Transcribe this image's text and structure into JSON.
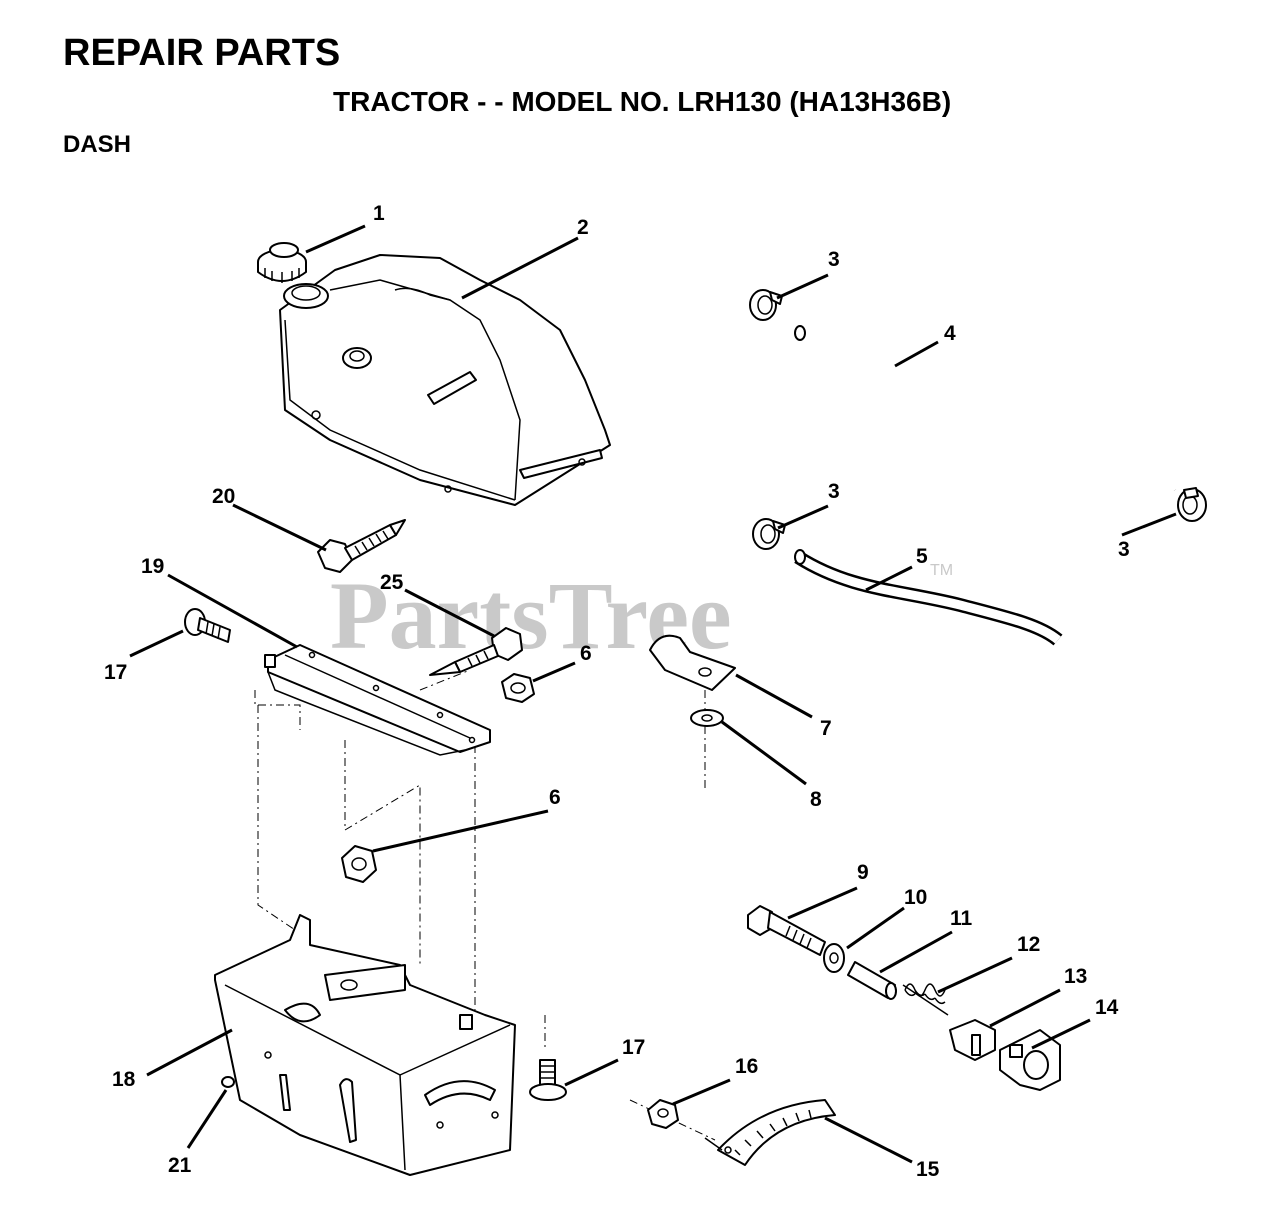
{
  "header": {
    "title": "REPAIR PARTS",
    "subtitle": "TRACTOR - - MODEL NO. LRH130 (HA13H36B)",
    "section": "DASH"
  },
  "watermark": {
    "text": "PartsTree",
    "tm": "TM"
  },
  "callouts": {
    "c1": "1",
    "c2": "2",
    "c3a": "3",
    "c3b": "3",
    "c3c": "3",
    "c4": "4",
    "c5": "5",
    "c6a": "6",
    "c6b": "6",
    "c7": "7",
    "c8": "8",
    "c9": "9",
    "c10": "10",
    "c11": "11",
    "c12": "12",
    "c13": "13",
    "c14": "14",
    "c15": "15",
    "c16": "16",
    "c17a": "17",
    "c17b": "17",
    "c18": "18",
    "c19": "19",
    "c20": "20",
    "c21": "21",
    "c25": "25"
  }
}
